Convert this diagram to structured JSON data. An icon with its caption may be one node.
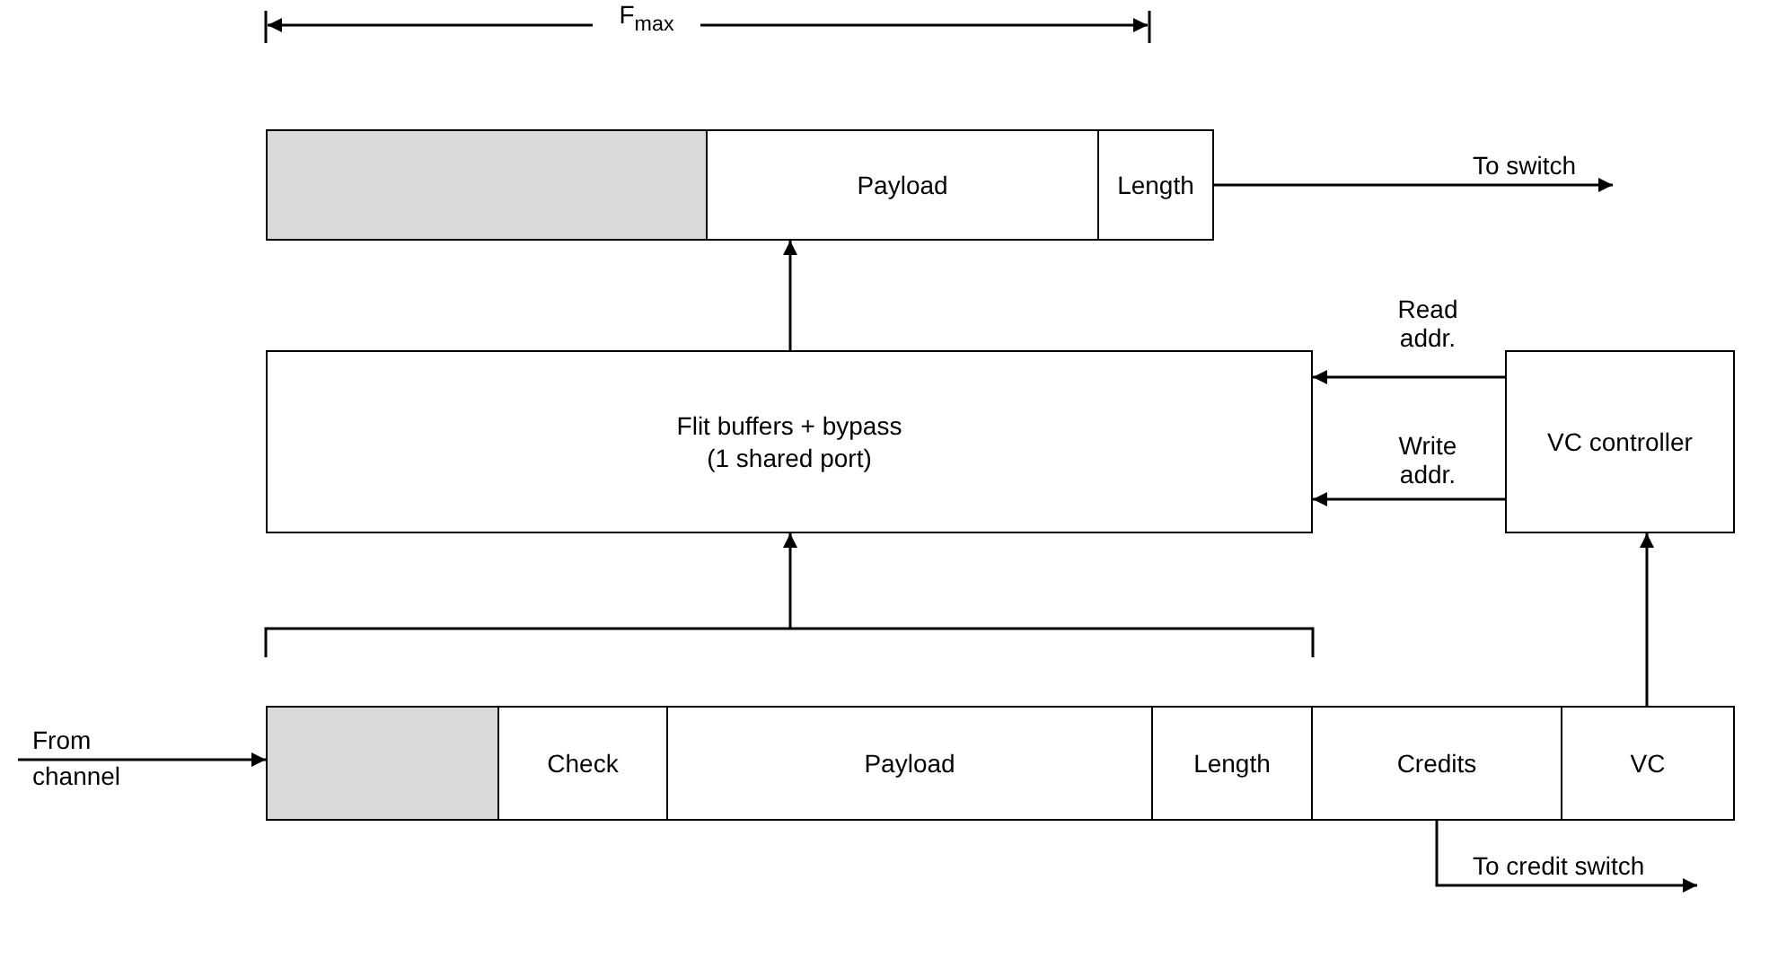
{
  "diagram": {
    "nodes": [
      {
        "text": [],
        "shape": "box"
      },
      {
        "text": [
          "Payload"
        ]
      },
      {
        "text": [
          "Length"
        ]
      },
      {
        "text": [
          "To switch"
        ]
      },
      {
        "text": [
          "Flit buffers + bypass (1 shared port)"
        ]
      },
      {
        "text": [
          "VC controller"
        ]
      },
      {
        "text": [],
        "shape": "bracket"
      },
      {
        "text": [
          "From channel"
        ]
      },
      {
        "text": [],
        "shape": "box"
      },
      {
        "text": [
          "Check"
        ]
      },
      {
        "text": [
          "Payload"
        ]
      },
      {
        "text": [
          "Length"
        ]
      },
      {
        "text": [
          "Credits"
        ]
      },
      {
        "text": [
          "VC"
        ]
      },
      {
        "text": [
          "To credit switch"
        ]
      }
    ],
    "edges": [
      {
        "from": 2,
        "to": 3,
        "arrow": "to"
      },
      {
        "from": 4,
        "to": 1,
        "arrow": "to"
      },
      {
        "from": 5,
        "to": 4,
        "arrow": "to",
        "label": "Read addr."
      },
      {
        "from": 5,
        "to": 4,
        "arrow": "to",
        "label": "Write addr."
      },
      {
        "from": 6,
        "to": 4,
        "arrow": "to"
      },
      {
        "from": 7,
        "to": 8,
        "arrow": "to"
      },
      {
        "from": 13,
        "to": 5,
        "arrow": "to"
      },
      {
        "from": 12,
        "to": 14,
        "arrow": "to"
      }
    ],
    "labels": [
      "F$_{max}$"
    ]
  }
}
